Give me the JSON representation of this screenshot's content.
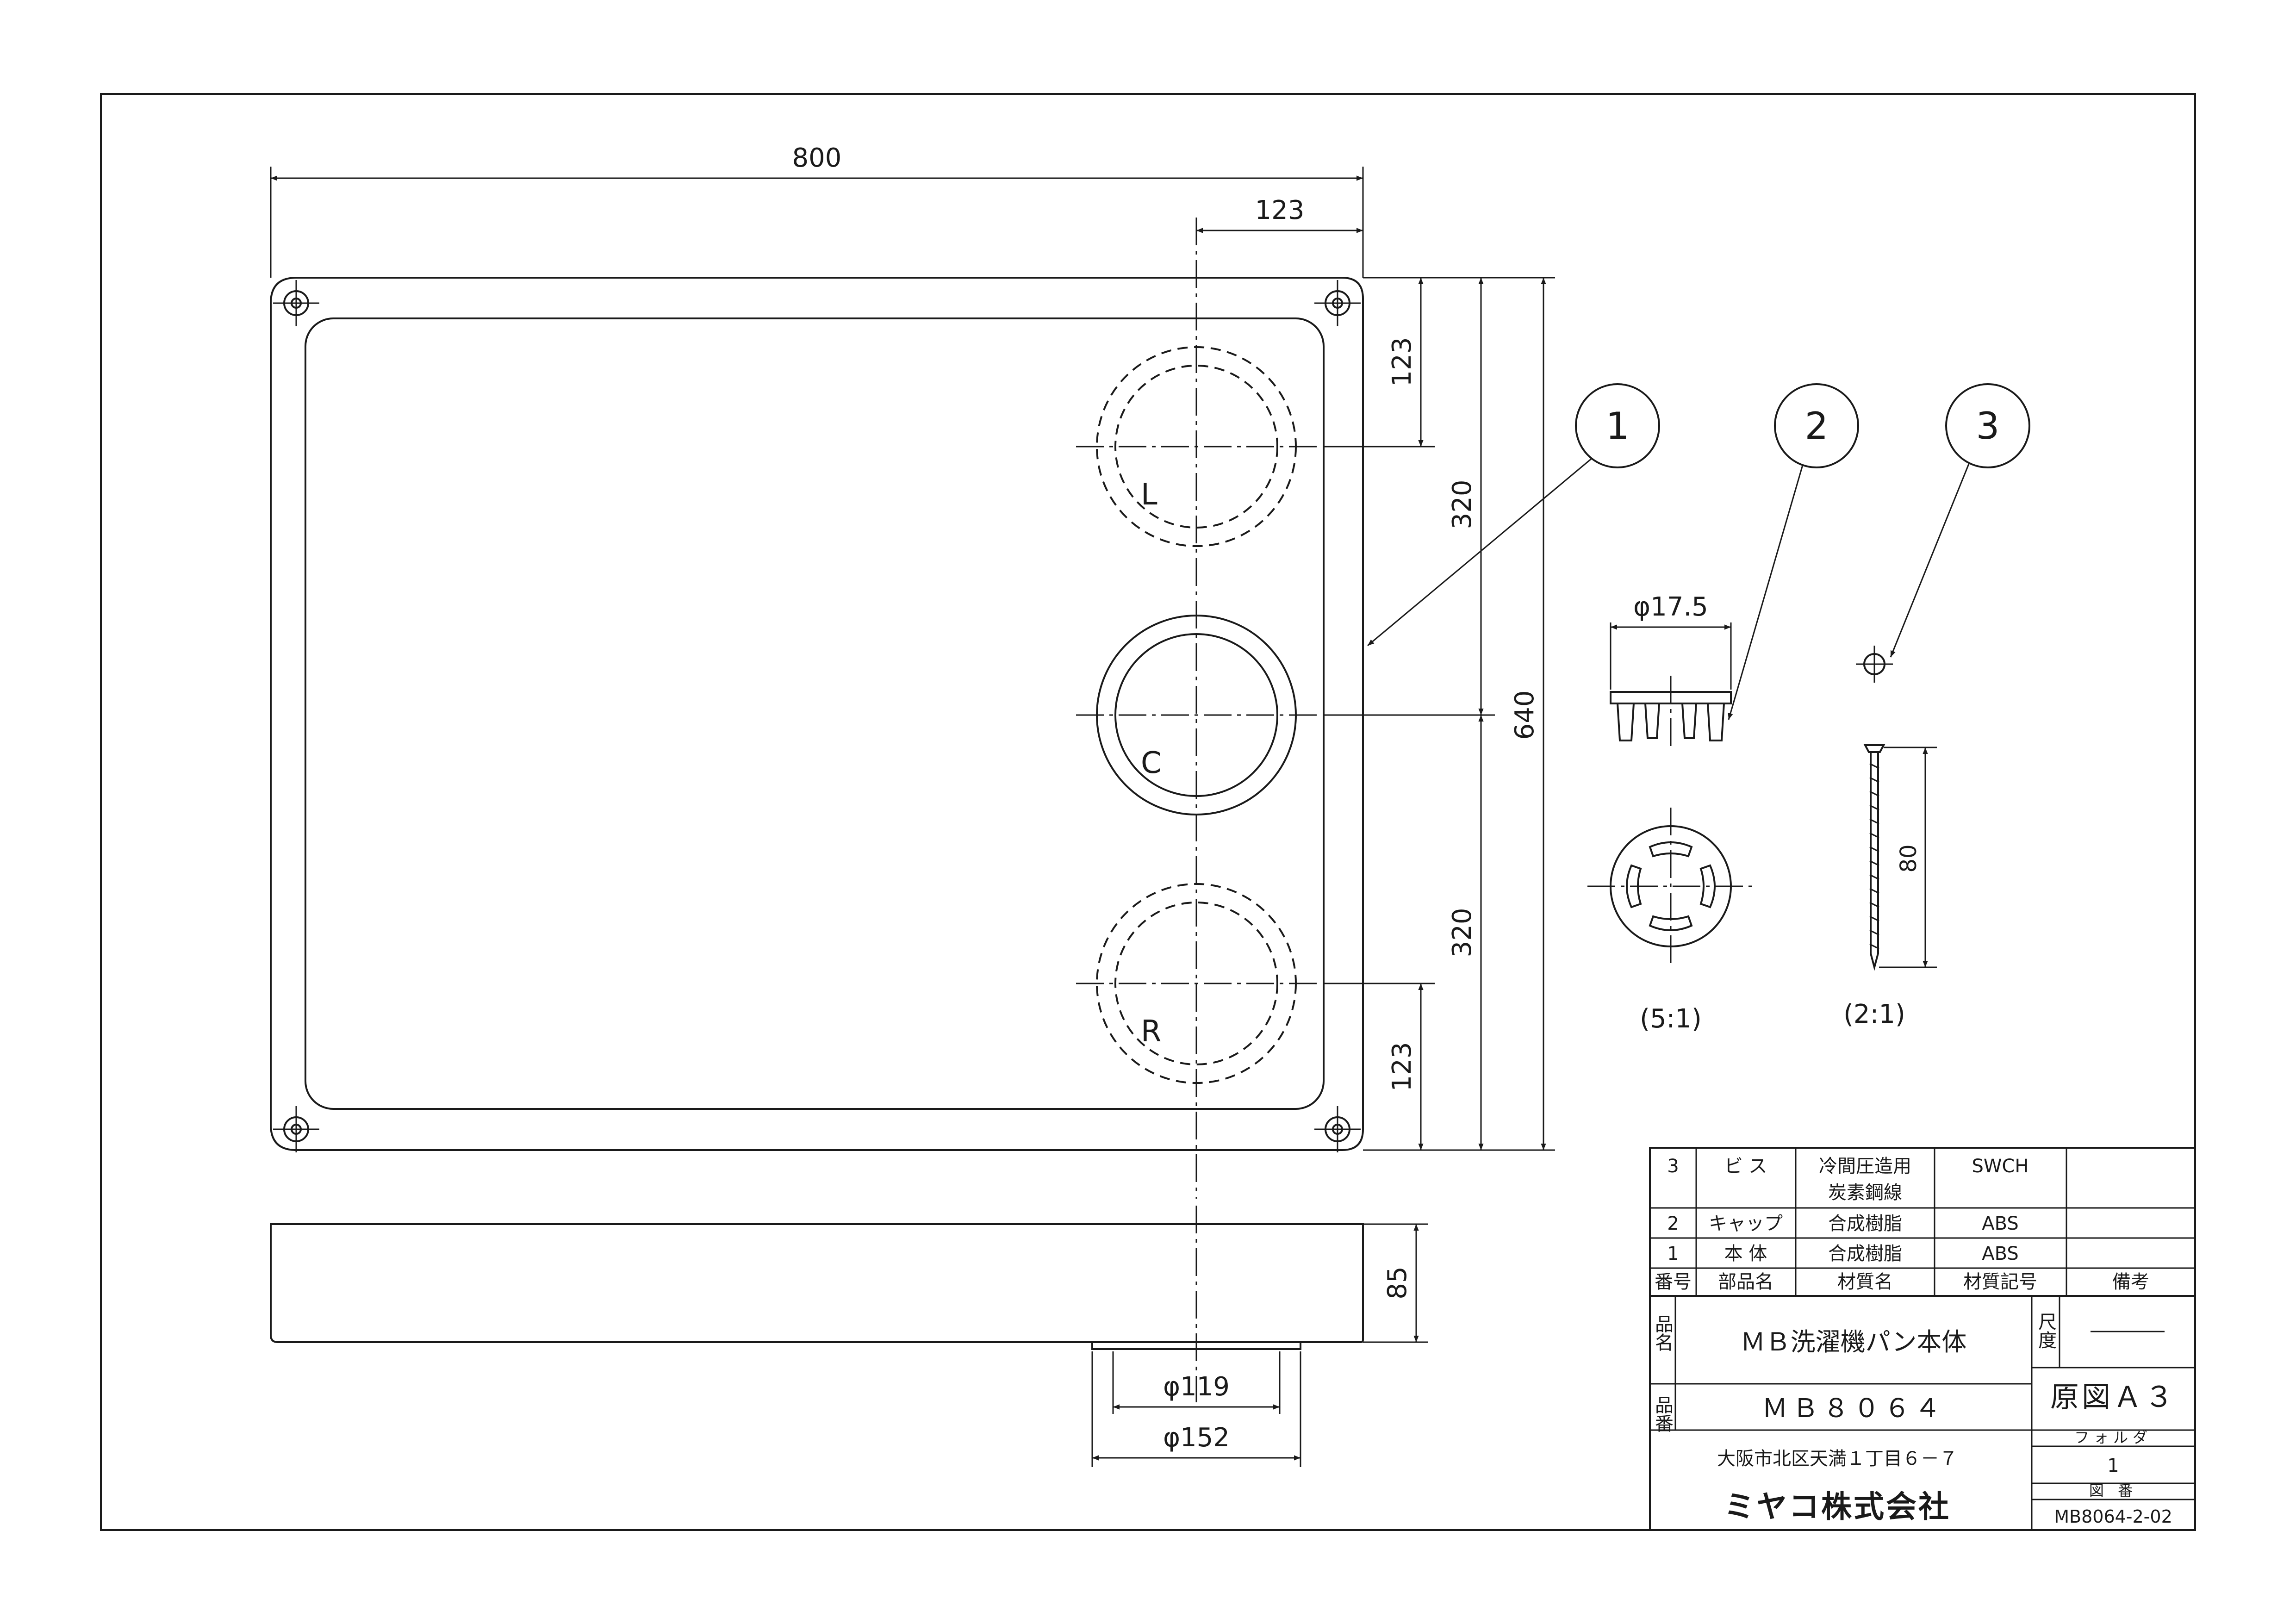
{
  "dimensions": {
    "width_800": "800",
    "offset_123_top": "123",
    "offset_123_upper": "123",
    "pitch_320_upper": "320",
    "pitch_320_lower": "320",
    "offset_123_lower": "123",
    "depth_640": "640",
    "height_85": "85",
    "dia_119": "φ119",
    "dia_152": "φ152",
    "cap_dia": "φ17.5",
    "screw_length": "80"
  },
  "outlet_labels": {
    "left": "L",
    "center": "C",
    "right": "R"
  },
  "balloons": [
    "1",
    "2",
    "3"
  ],
  "scales": {
    "cap": "(5:1)",
    "screw": "(2:1)"
  },
  "title_block": {
    "parts": [
      {
        "no": "3",
        "name": "ビ ス",
        "material_lines": [
          "冷間圧造用",
          "炭素鋼線"
        ],
        "code": "SWCH",
        "note": ""
      },
      {
        "no": "2",
        "name": "キャップ",
        "material_lines": [
          "合成樹脂"
        ],
        "code": "ABS",
        "note": ""
      },
      {
        "no": "1",
        "name": "本 体",
        "material_lines": [
          "合成樹脂"
        ],
        "code": "ABS",
        "note": ""
      }
    ],
    "headers": {
      "no": "番号",
      "name": "部品名",
      "material": "材質名",
      "code": "材質記号",
      "note": "備考"
    },
    "product_name_label": "品名",
    "product_name": "ＭＢ洗濯機パン本体",
    "scale_label": "尺度",
    "scale_value": "――――",
    "part_number_label": "品番",
    "part_number": "ＭＢ８０６４",
    "original_size": "原図Ａ３",
    "address": "大阪市北区天満１丁目６－７",
    "company": "ミヤコ株式会社",
    "folder_label": "フォルダ",
    "folder_value": "1",
    "drawing_no_label": "図 番",
    "drawing_no": "MB8064-2-02"
  }
}
